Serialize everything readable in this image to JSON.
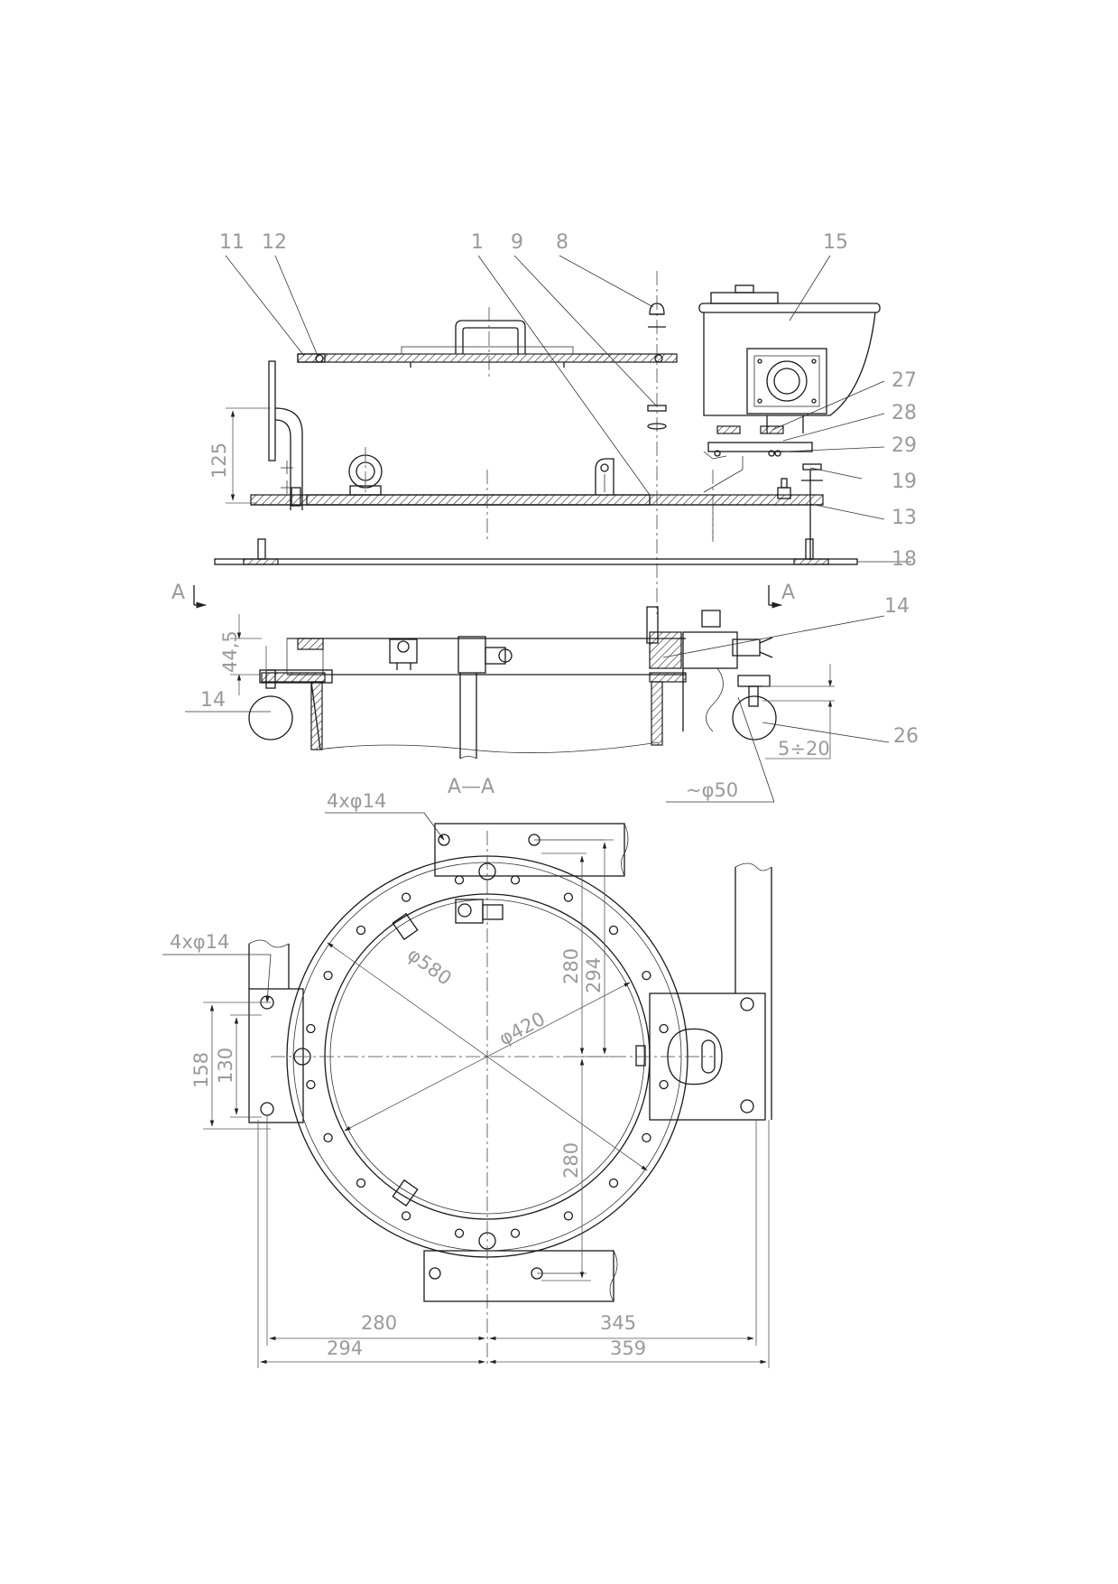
{
  "labels": {
    "p11": "11",
    "p12": "12",
    "p1": "1",
    "p9": "9",
    "p8": "8",
    "p15": "15",
    "p27": "27",
    "p28": "28",
    "p29": "29",
    "p19": "19",
    "p13": "13",
    "p18": "18",
    "p14a": "14",
    "p14b": "14",
    "p26": "26"
  },
  "section": {
    "marker_left": "A",
    "marker_right": "A",
    "title": "A—A"
  },
  "dims": {
    "d125": "125",
    "d445": "44,5",
    "d5to20": "5÷20",
    "dphi50": "~φ50",
    "holes_top": "4xφ14",
    "holes_left": "4xφ14",
    "dia580": "φ580",
    "dia420": "φ420",
    "v280_top": "280",
    "v294": "294",
    "v280_bottom": "280",
    "v158": "158",
    "v130": "130",
    "h280": "280",
    "h345": "345",
    "h294": "294",
    "h359": "359"
  }
}
